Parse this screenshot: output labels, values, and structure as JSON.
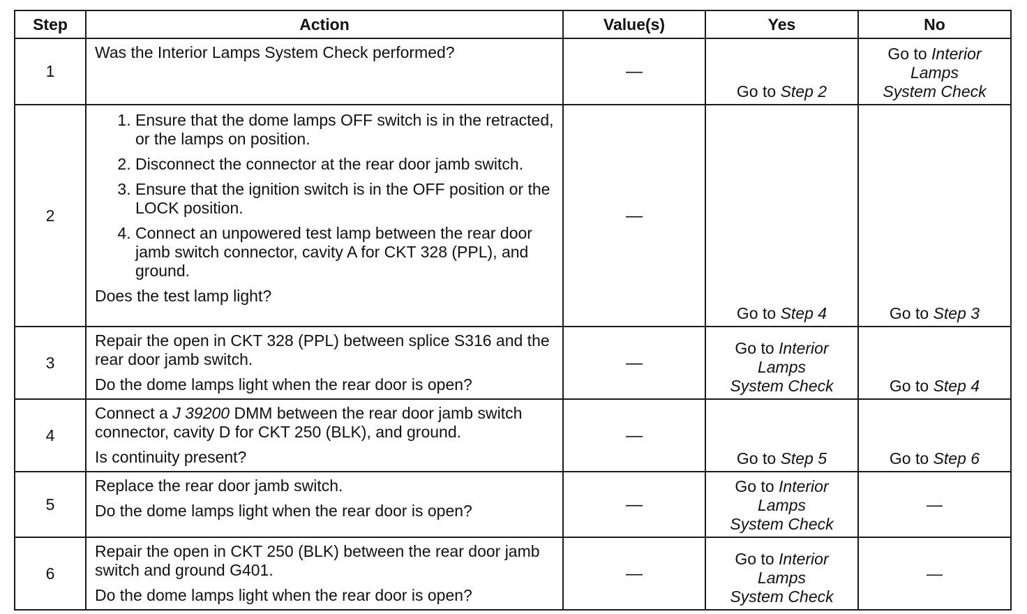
{
  "headers": {
    "step": "Step",
    "action": "Action",
    "values": "Value(s)",
    "yes": "Yes",
    "no": "No"
  },
  "rows": [
    {
      "step": "1",
      "action": "Was the Interior Lamps System Check performed?",
      "value": "—",
      "yes_prefix": "Go to",
      "yes_ref": "Step 2",
      "no_prefix": "Go to",
      "no_ref_1": "Interior",
      "no_ref_2": "Lamps",
      "no_ref_3": "System Check"
    },
    {
      "step": "2",
      "items": [
        "Ensure that the dome lamps OFF switch is in the retracted, or the lamps on position.",
        "Disconnect the connector at the rear door jamb switch.",
        "Ensure that the ignition switch is in the OFF position or the LOCK position.",
        "Connect an unpowered test lamp between the rear door jamb switch connector, cavity A for CKT 328 (PPL), and ground."
      ],
      "question": "Does the test lamp light?",
      "value": "—",
      "yes_prefix": "Go to",
      "yes_ref": "Step 4",
      "no_prefix": "Go to",
      "no_ref": "Step 3"
    },
    {
      "step": "3",
      "action": "Repair the open in CKT 328 (PPL) between splice S316 and the rear door jamb switch.",
      "question": "Do the dome lamps light when the rear door is open?",
      "value": "—",
      "yes_prefix": "Go to",
      "yes_ref_1": "Interior",
      "yes_ref_2": "Lamps",
      "yes_ref_3": "System Check",
      "no_prefix": "Go to",
      "no_ref": "Step 4"
    },
    {
      "step": "4",
      "action_pre": "Connect a",
      "action_tool": "J 39200",
      "action_post": "DMM between the rear door jamb switch connector, cavity D for CKT 250 (BLK), and ground.",
      "question": "Is continuity present?",
      "value": "—",
      "yes_prefix": "Go to",
      "yes_ref": "Step 5",
      "no_prefix": "Go to",
      "no_ref": "Step 6"
    },
    {
      "step": "5",
      "action": "Replace the rear door jamb switch.",
      "question": "Do the dome lamps light when the rear door is open?",
      "value": "—",
      "yes_prefix": "Go to",
      "yes_ref_1": "Interior",
      "yes_ref_2": "Lamps",
      "yes_ref_3": "System Check",
      "no": "—"
    },
    {
      "step": "6",
      "action": "Repair the open in CKT 250 (BLK) between the rear door jamb switch and ground G401.",
      "question": "Do the dome lamps light when the rear door is open?",
      "value": "—",
      "yes_prefix": "Go to",
      "yes_ref_1": "Interior",
      "yes_ref_2": "Lamps",
      "yes_ref_3": "System Check",
      "no": "—"
    }
  ]
}
